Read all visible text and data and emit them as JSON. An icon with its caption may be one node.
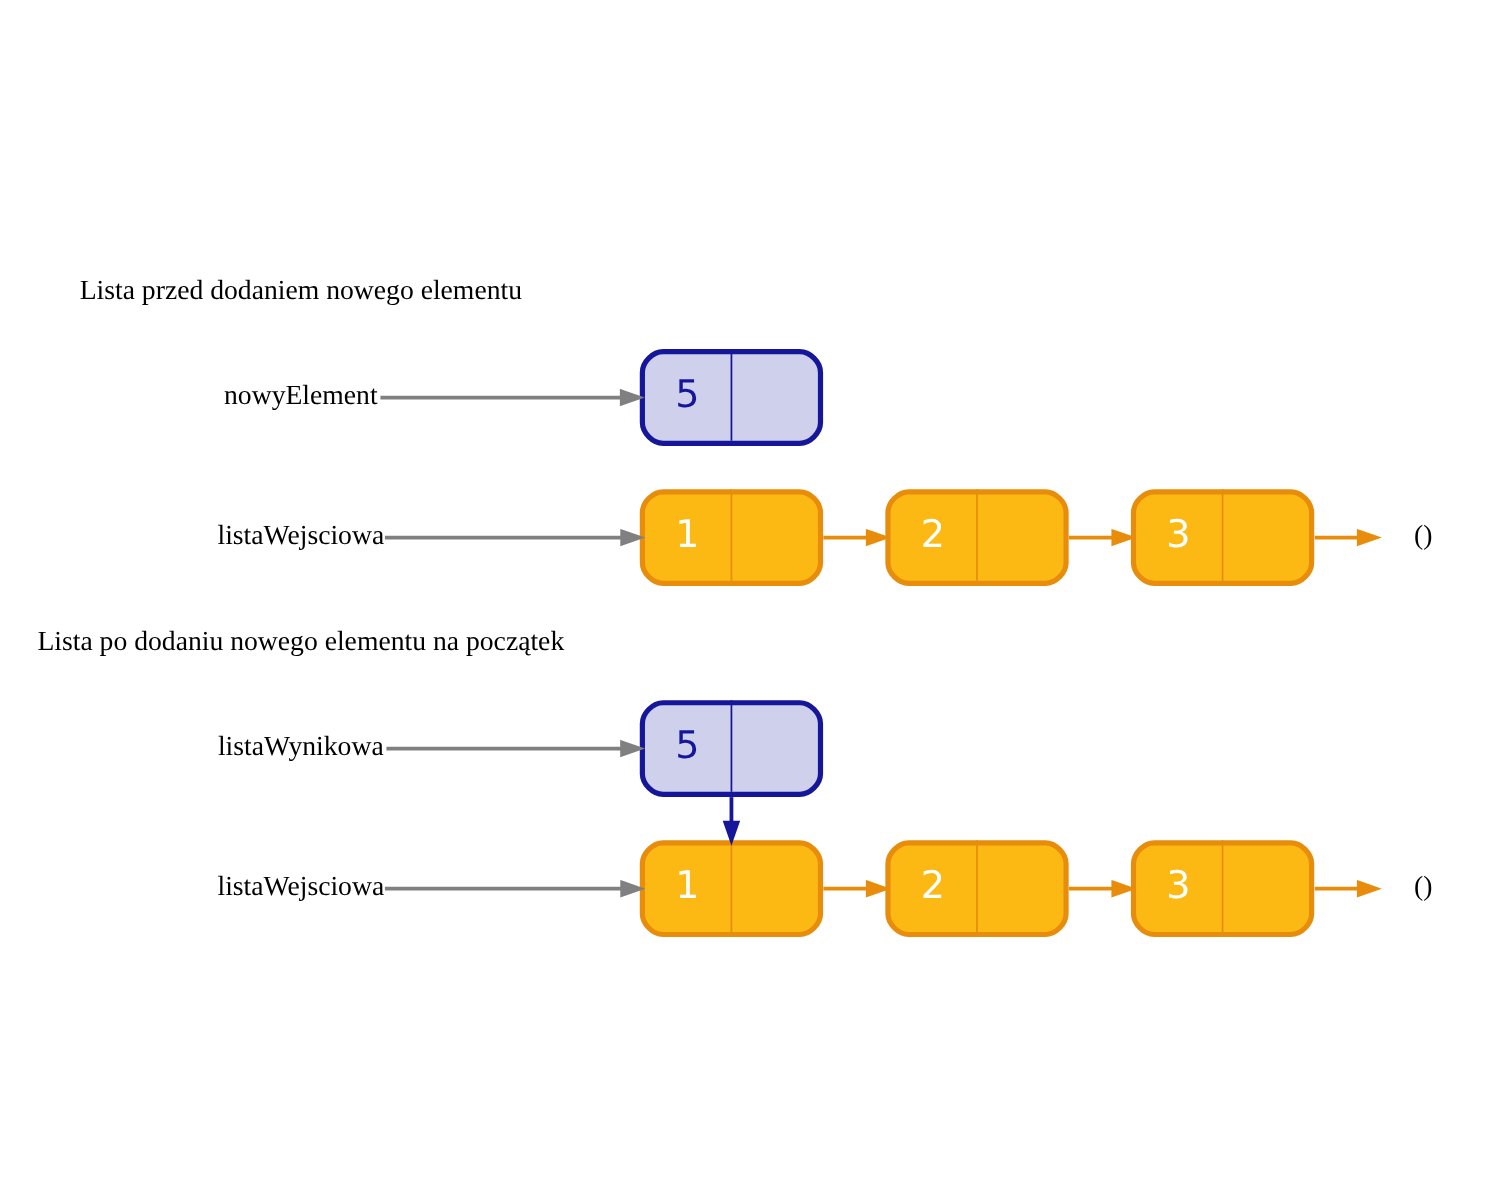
{
  "diagram": {
    "nodes": [
      {
        "text": [
          "nowyElement"
        ]
      },
      {
        "text": [
          "5"
        ]
      },
      {
        "text": [
          "listaWejsciowa"
        ]
      },
      {
        "text": [
          "1"
        ]
      },
      {
        "text": [
          "2"
        ]
      },
      {
        "text": [
          "3"
        ]
      },
      {
        "text": [
          "()"
        ]
      },
      {
        "text": [
          "listaWynikowa"
        ]
      },
      {
        "text": [
          "5"
        ]
      },
      {
        "text": [
          "listaWejsciowa"
        ]
      },
      {
        "text": [
          "1"
        ]
      },
      {
        "text": [
          "2"
        ]
      },
      {
        "text": [
          "3"
        ]
      },
      {
        "text": [
          "()"
        ]
      }
    ],
    "edges": [
      {
        "from": 0,
        "to": 1,
        "arrow": "to",
        "color": "#808080"
      },
      {
        "from": 2,
        "to": 3,
        "arrow": "to",
        "color": "#808080"
      },
      {
        "from": 3,
        "to": 4,
        "arrow": "to"
      },
      {
        "from": 4,
        "to": 5,
        "arrow": "to"
      },
      {
        "from": 5,
        "to": 6,
        "arrow": "to"
      },
      {
        "from": 7,
        "to": 8,
        "arrow": "to",
        "color": "#808080"
      },
      {
        "from": 8,
        "to": 10,
        "arrow": "to",
        "color": "#15169a"
      },
      {
        "from": 9,
        "to": 10,
        "arrow": "to",
        "color": "#808080"
      },
      {
        "from": 10,
        "to": 11,
        "arrow": "to"
      },
      {
        "from": 11,
        "to": 12,
        "arrow": "to"
      },
      {
        "from": 12,
        "to": 13,
        "arrow": "to"
      }
    ],
    "labels": [
      "Lista przed dodaniem nowego elementu",
      "Lista po dodaniu nowego elementu na początek"
    ]
  }
}
